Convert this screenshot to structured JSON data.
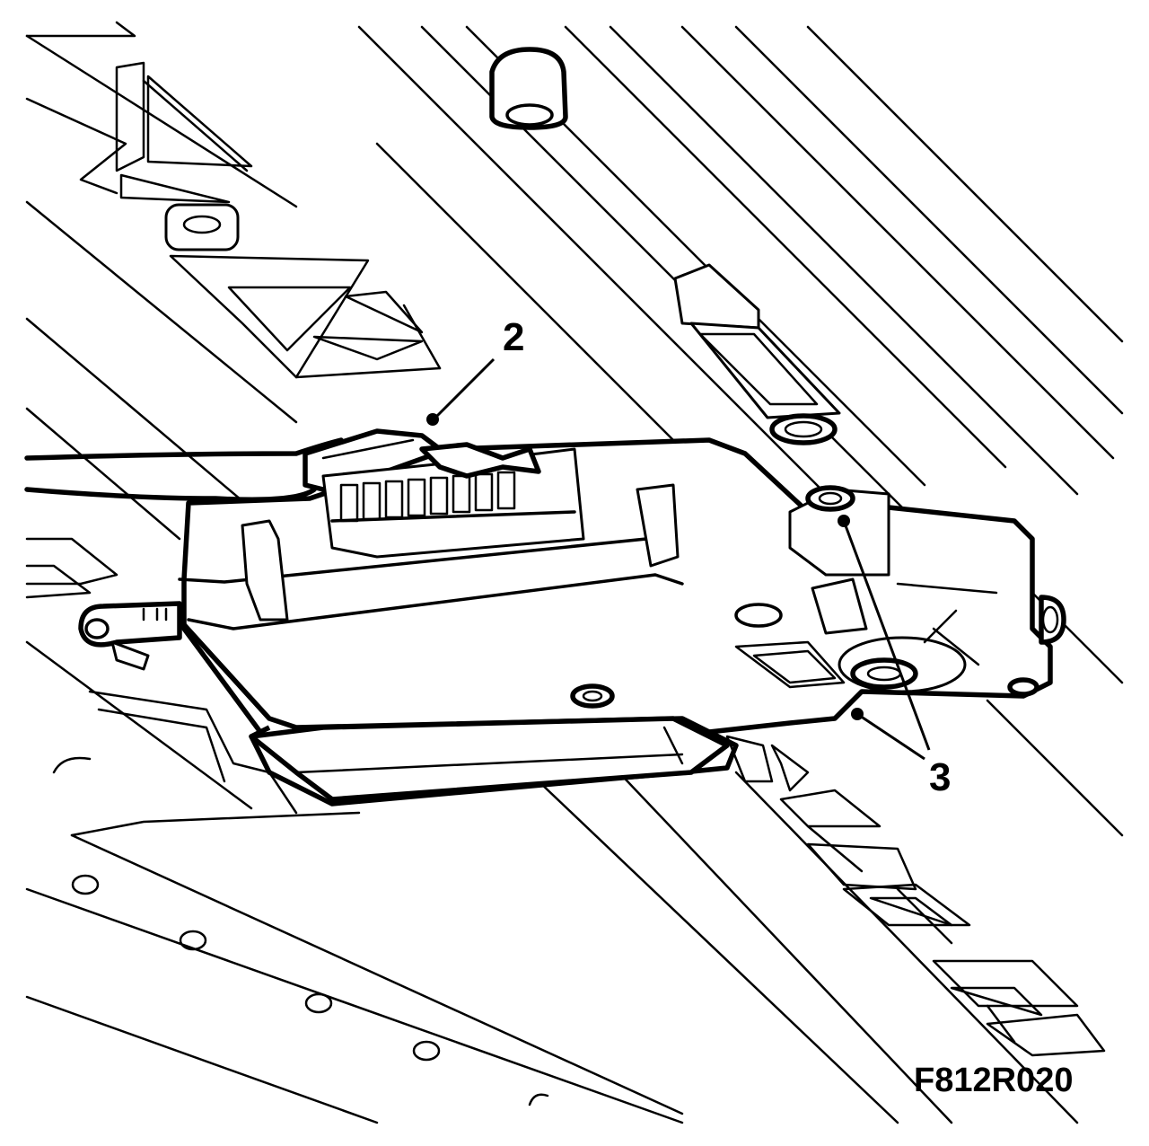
{
  "callouts": {
    "connector": "2",
    "mounting_screws": "3"
  },
  "figure_code": "F812R020"
}
